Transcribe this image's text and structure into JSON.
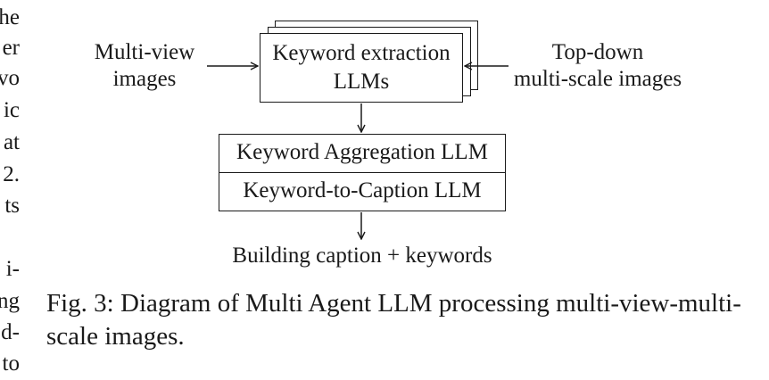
{
  "left_column_fragments": [
    "he",
    "er",
    "vo",
    "ic",
    "at",
    "2.",
    "ts",
    "i-",
    "ng",
    "d-",
    "to"
  ],
  "diagram": {
    "input_left": {
      "line1": "Multi-view",
      "line2": "images"
    },
    "input_right": {
      "line1": "Top-down",
      "line2": "multi-scale images"
    },
    "stacked_box": {
      "line1": "Keyword extraction",
      "line2": "LLMs"
    },
    "aggregation_box": "Keyword Aggregation LLM",
    "caption_box": "Keyword-to-Caption LLM",
    "output": "Building caption + keywords"
  },
  "figure_caption": {
    "label": "Fig. 3:",
    "text": "Diagram of Multi Agent LLM processing multi-view-multi-scale images."
  }
}
